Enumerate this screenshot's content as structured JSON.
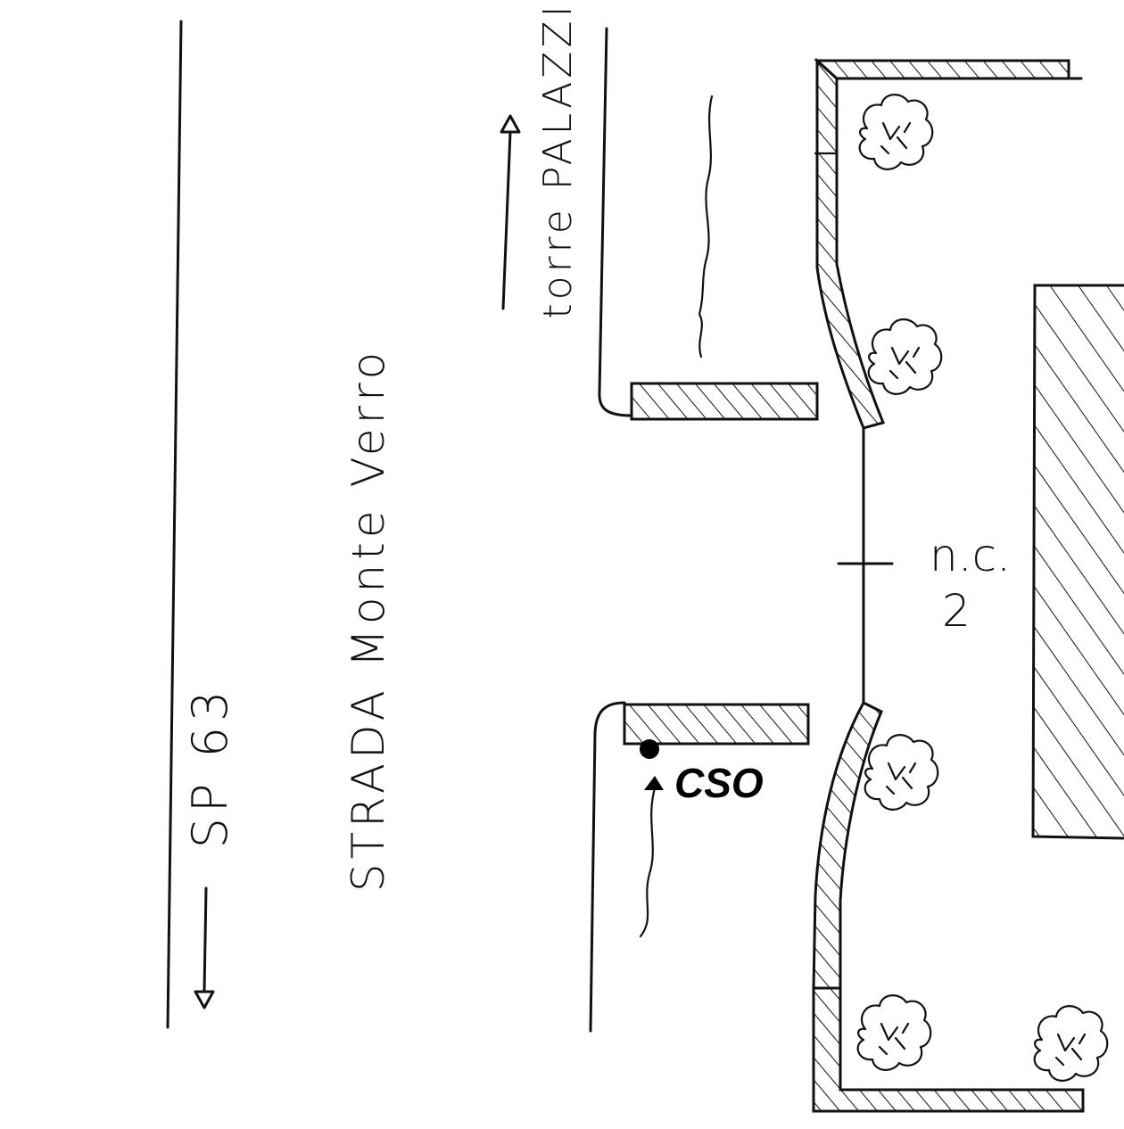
{
  "labels": {
    "sp63": "SP 63",
    "strada": "STRADA Monte Verro",
    "torre_palazzi": "torre PALAZZI",
    "nc_line1": "n.c.",
    "nc_line2": "2",
    "cso": "CSO"
  },
  "icons": {
    "tree": "tree-icon",
    "arrow": "arrow-icon",
    "point": "cso-point-icon"
  },
  "colors": {
    "ink": "#111111",
    "background": "#ffffff"
  }
}
